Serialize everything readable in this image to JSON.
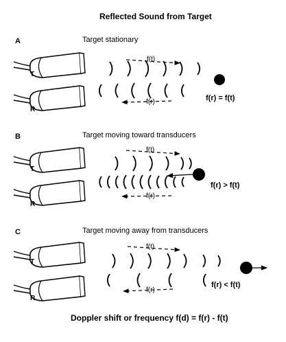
{
  "title": "Reflected Sound from Target",
  "panels": [
    {
      "letter": "A",
      "subtitle": "Target stationary",
      "transmit_label": "f(t)",
      "receive_label": "f(r)",
      "equation": "f(r) = f(t)",
      "transducer_t": "T",
      "transducer_r": "R"
    },
    {
      "letter": "B",
      "subtitle": "Target moving toward transducers",
      "transmit_label": "f(t)",
      "receive_label": "f(r)",
      "equation": "f(r) > f(t)",
      "transducer_t": "T",
      "transducer_r": "R"
    },
    {
      "letter": "C",
      "subtitle": "Target moving away from transducers",
      "transmit_label": "f(t)",
      "receive_label": "f(r)",
      "equation": "f(r) < f(t)",
      "transducer_t": "T",
      "transducer_r": "R"
    }
  ],
  "footer": "Doppler shift or frequency f(d) = f(r) - f(t)",
  "colors": {
    "ink": "#000000",
    "background": "#ffffff"
  }
}
